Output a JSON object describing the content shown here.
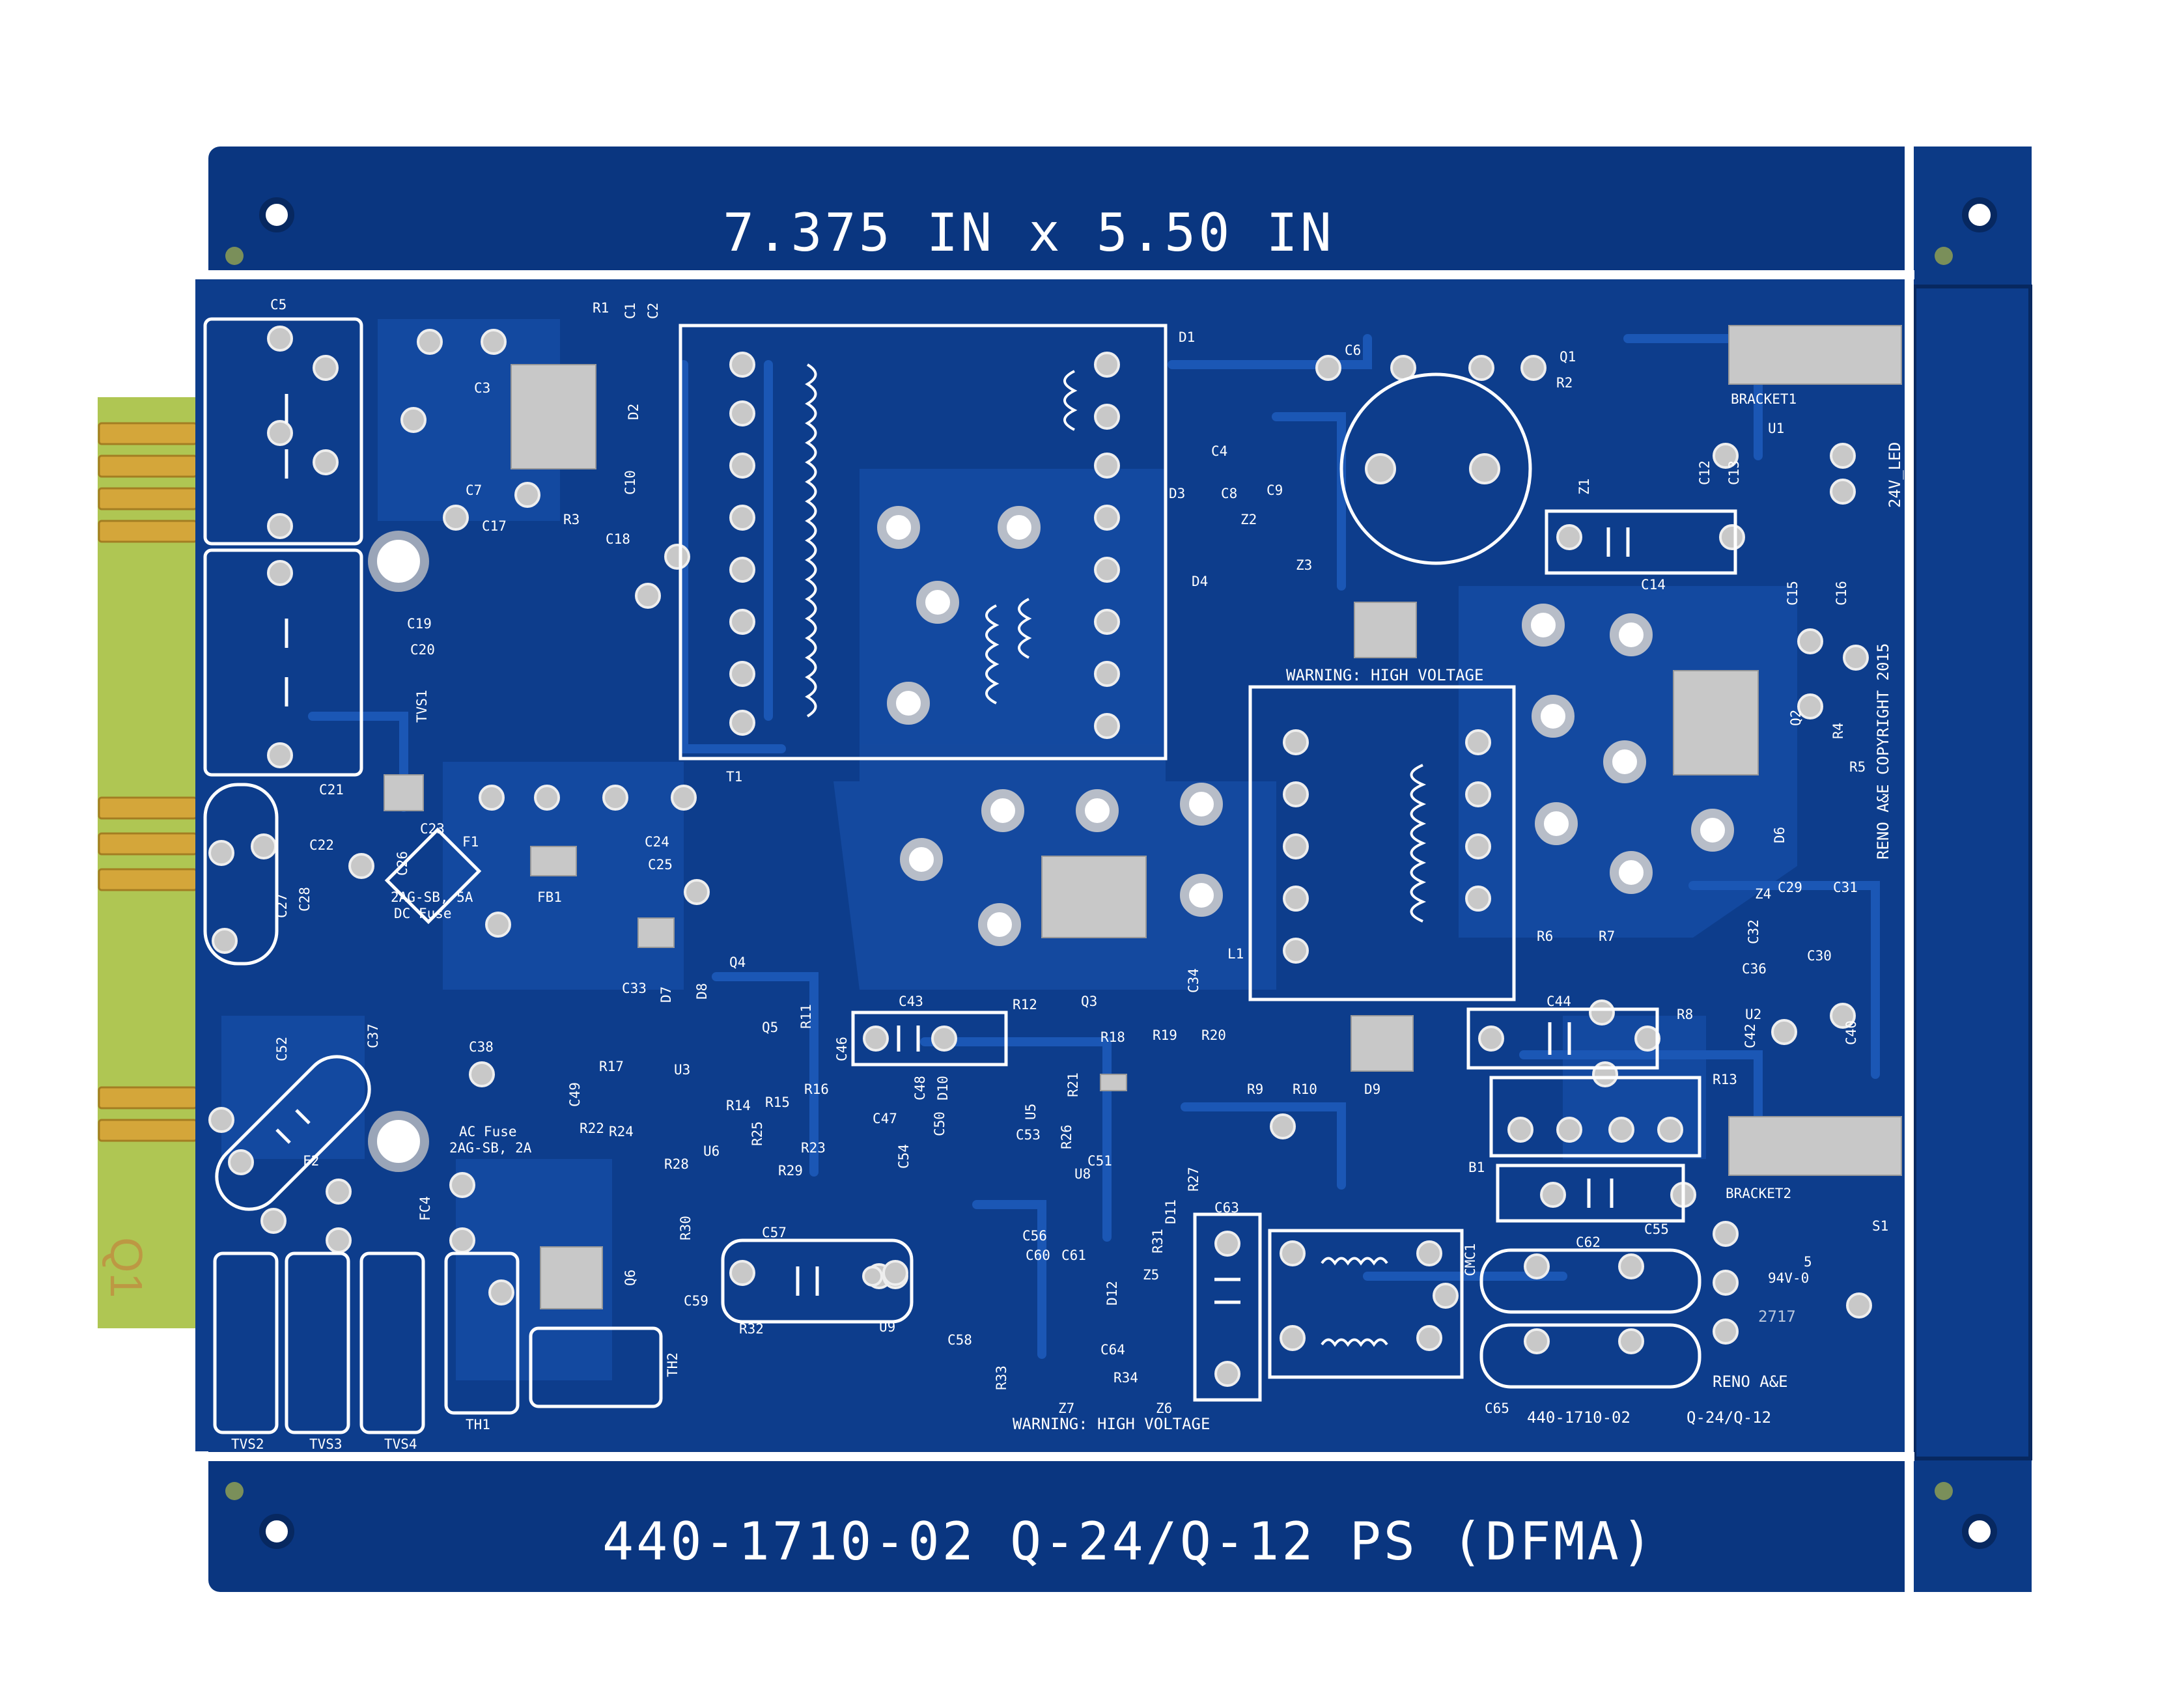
{
  "board": {
    "size_label": "7.375 IN x 5.50 IN",
    "part_label": "440-1710-02 Q-24/Q-12 PS (DFMA)",
    "warning_top": "WARNING: HIGH VOLTAGE",
    "warning_bottom": "WARNING: HIGH VOLTAGE",
    "copyright": "RENO A&E COPYRIGHT 2015",
    "maker": "RENO A&E",
    "part_small": "440-1710-02",
    "model_small": "Q-24/Q-12",
    "rating": "94V-0",
    "ul_mark": "5",
    "date_code": "2717",
    "dc_fuse": [
      "2AG-SB, 5A",
      "DC Fuse"
    ],
    "ac_fuse": [
      "AC Fuse",
      "2AG-SB, 2A"
    ],
    "led_label": "24V_LED"
  },
  "colors": {
    "pcb": "#0d3d8c",
    "pcb_dark": "#082a6a",
    "trace": "#1a54b0",
    "pad": "#c8c8c8",
    "gold": "#d4a63a",
    "fr4": "#a8c050",
    "silk": "#ffffff"
  },
  "designators": [
    "C5",
    "R1",
    "C1",
    "C2",
    "C3",
    "C7",
    "C17",
    "R3",
    "C18",
    "C10",
    "D2",
    "D1",
    "C6",
    "Q1",
    "R2",
    "BRACKET1",
    "U1",
    "C4",
    "C8",
    "D3",
    "Z2",
    "C9",
    "Z1",
    "C12",
    "C13",
    "C14",
    "D4",
    "Z3",
    "C15",
    "C16",
    "C19",
    "C20",
    "TVS1",
    "T1",
    "C21",
    "C22",
    "C23",
    "F1",
    "C24",
    "C25",
    "FB1",
    "C26",
    "C27",
    "C28",
    "C33",
    "Q4",
    "D7",
    "D8",
    "Q5",
    "R11",
    "C43",
    "R12",
    "Q3",
    "C46",
    "U3",
    "R17",
    "R18",
    "R19",
    "R20",
    "C34",
    "L1",
    "R6",
    "R7",
    "C44",
    "R8",
    "C32",
    "C36",
    "C30",
    "Z4",
    "C29",
    "C31",
    "Q2",
    "R4",
    "R5",
    "D6",
    "U2",
    "C42",
    "C40",
    "R13",
    "C37",
    "C38",
    "C49",
    "R22",
    "R24",
    "R14",
    "R15",
    "R16",
    "C47",
    "R28",
    "R25",
    "R23",
    "U6",
    "R29",
    "C48",
    "D10",
    "C50",
    "U5",
    "R21",
    "C53",
    "R26",
    "C52",
    "F2",
    "R9",
    "R10",
    "D9",
    "U8",
    "C51",
    "B1",
    "BRACKET2",
    "C54",
    "R27",
    "D11",
    "C63",
    "CMC1",
    "C62",
    "C55",
    "S1",
    "R30",
    "C57",
    "R31",
    "C56",
    "C60",
    "C61",
    "Z5",
    "FC4",
    "Q6",
    "TH2",
    "C59",
    "R32",
    "U9",
    "C58",
    "R33",
    "D12",
    "C64",
    "R34",
    "Z6",
    "Z7",
    "C65",
    "TH1",
    "TVS2",
    "TVS3",
    "TVS4"
  ]
}
